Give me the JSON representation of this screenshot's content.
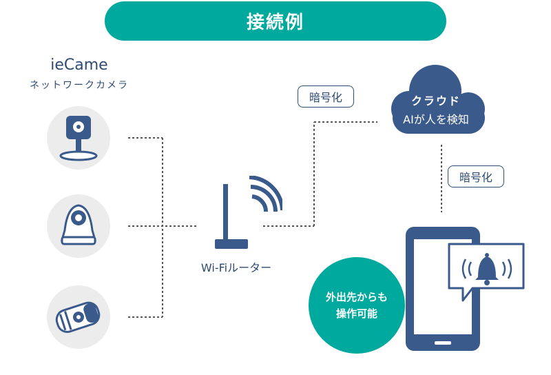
{
  "title": "接続例",
  "brand": {
    "name": "ieCame",
    "subtitle": "ネットワークカメラ"
  },
  "router": {
    "label": "Wi-Fiルーター"
  },
  "encryption_label_1": "暗号化",
  "encryption_label_2": "暗号化",
  "cloud": {
    "title": "クラウド",
    "subtitle": "AIが人を検知"
  },
  "remote": {
    "line1": "外出先からも",
    "line2": "操作可能"
  },
  "colors": {
    "teal": "#00a99d",
    "navy": "#3a5a8c",
    "gray_circle": "#ececec"
  }
}
